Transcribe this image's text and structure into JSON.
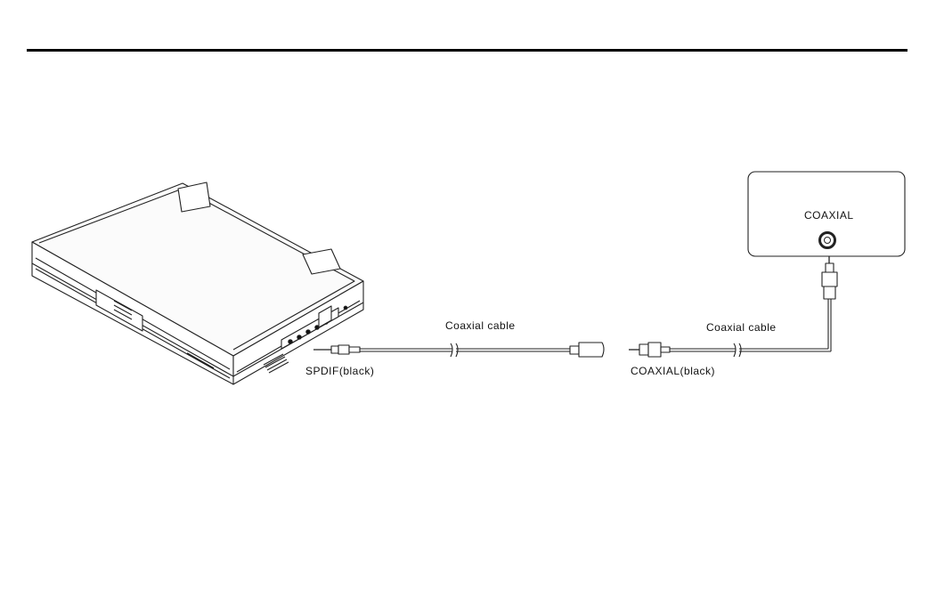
{
  "labels": {
    "spdif_plug": "SPDIF(black)",
    "cable_left": "Coaxial cable",
    "coaxial_plug": "COAXIAL(black)",
    "cable_right": "Coaxial cable",
    "amplifier_jack": "COAXIAL"
  }
}
